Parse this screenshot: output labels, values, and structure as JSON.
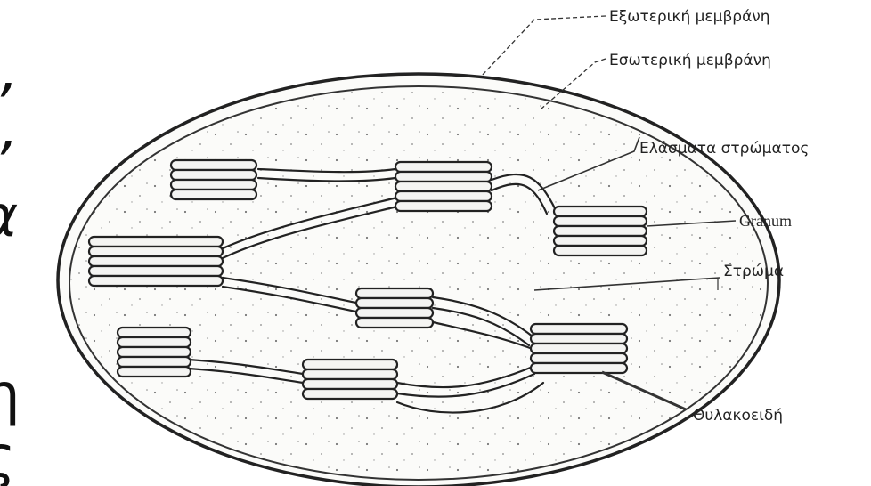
{
  "labels": {
    "outer_membrane": "Εξωτερική μεμβράνη",
    "inner_membrane": "Εσωτερική μεμβράνη",
    "stroma_lamellae": "Ελάσματα στρώματος",
    "granum": "Granum",
    "stroma": "Στρώμα",
    "thylakoids": "Θυλακοειδή"
  },
  "clipped_text": [
    "’",
    "’",
    "α",
    "η",
    "ς"
  ]
}
